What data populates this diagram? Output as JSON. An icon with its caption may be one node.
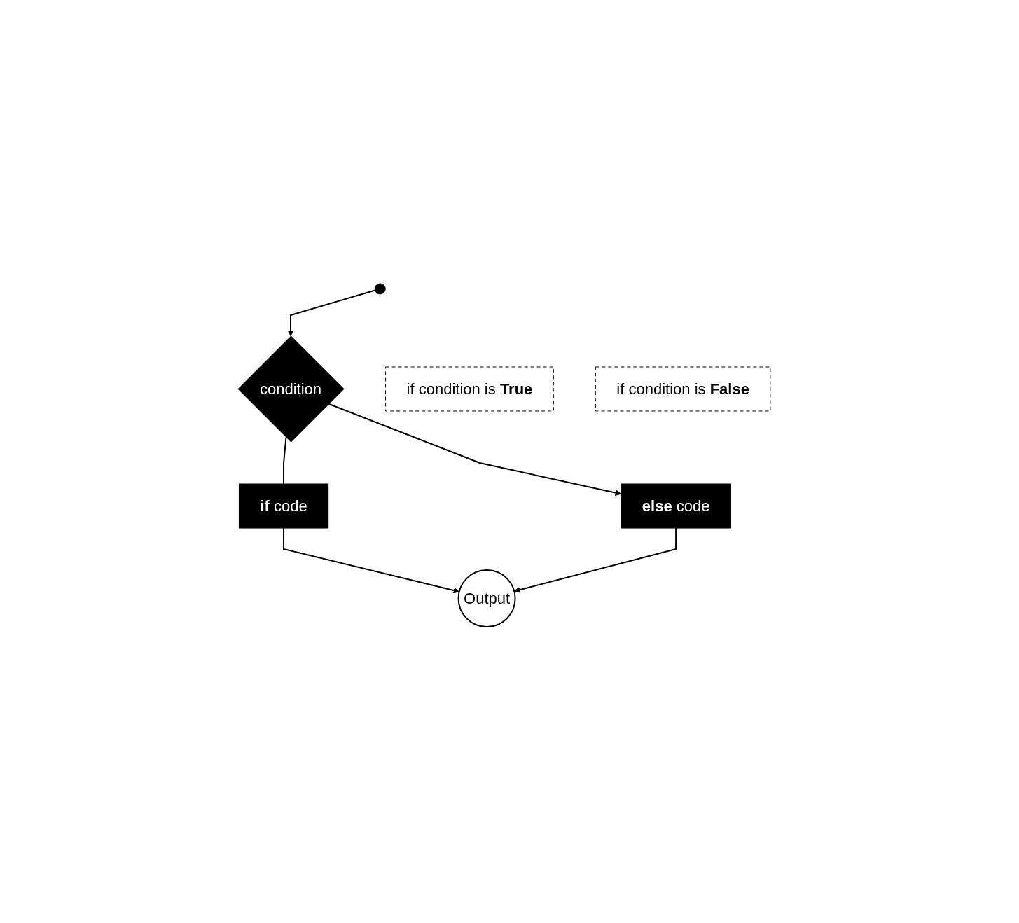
{
  "diagram": {
    "nodes": [
      {
        "text": [],
        "shape": "circle"
      },
      {
        "text": [
          "condition"
        ]
      },
      {
        "text": [
          "if condition is **True**"
        ]
      },
      {
        "text": [
          "if condition is **False**"
        ]
      },
      {
        "text": [
          "**if** code"
        ]
      },
      {
        "text": [
          "**else** code"
        ]
      },
      {
        "text": [
          "Output"
        ]
      }
    ],
    "edges": [
      {
        "from": 0,
        "to": 1,
        "arrow": "to"
      },
      {
        "from": 1,
        "to": 4,
        "arrow": "none"
      },
      {
        "from": 1,
        "to": 5,
        "arrow": "to"
      },
      {
        "from": 5,
        "to": 6,
        "arrow": "to"
      },
      {
        "from": 4,
        "to": 6,
        "arrow": "to"
      }
    ]
  }
}
